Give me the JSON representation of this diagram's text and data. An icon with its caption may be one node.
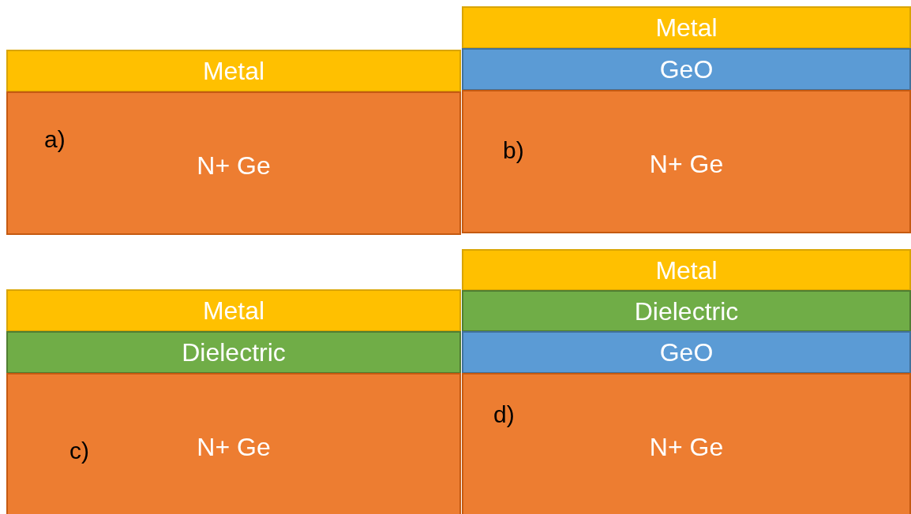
{
  "diagram": {
    "nodes": [
      {
        "text": [
          "Metal"
        ]
      },
      {
        "text": [
          "a)",
          "N+ Ge"
        ]
      },
      {
        "text": [
          "Metal"
        ]
      },
      {
        "text": [
          "GeO"
        ]
      },
      {
        "text": [
          "b)",
          "N+ Ge"
        ]
      },
      {
        "text": [
          "Metal"
        ]
      },
      {
        "text": [
          "Dielectric"
        ]
      },
      {
        "text": [
          "c)",
          "N+ Ge"
        ]
      },
      {
        "text": [
          "Metal"
        ]
      },
      {
        "text": [
          "Dielectric"
        ]
      },
      {
        "text": [
          "GeO"
        ]
      },
      {
        "text": [
          "d)",
          "N+ Ge"
        ]
      }
    ]
  }
}
